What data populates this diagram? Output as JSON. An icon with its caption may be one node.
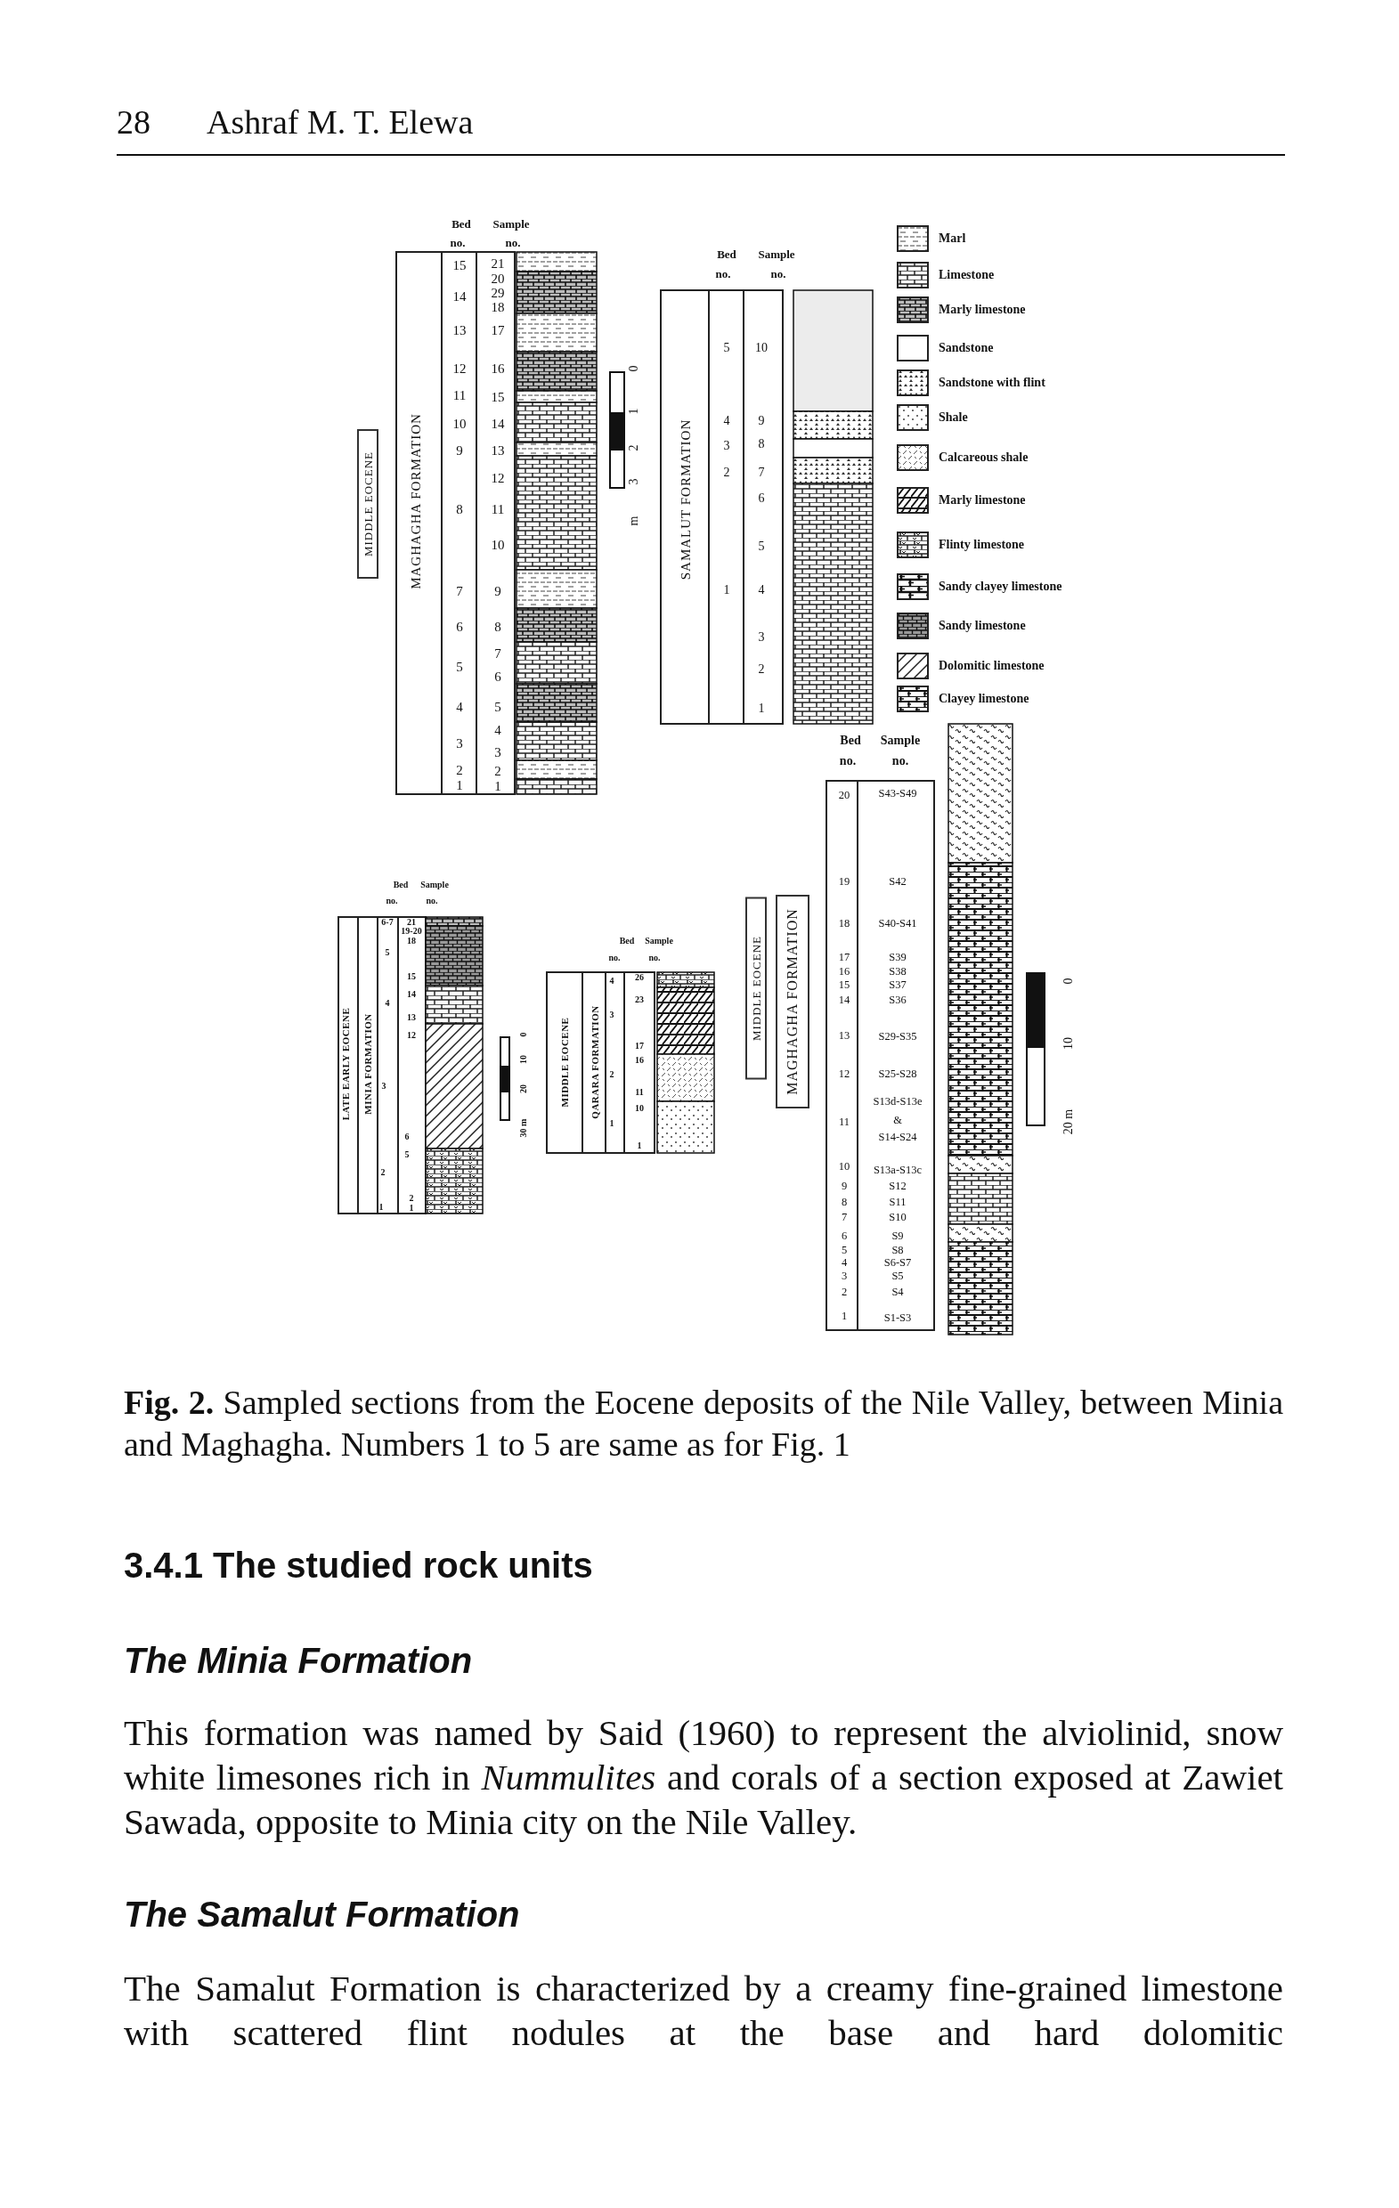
{
  "diagram": {
    "caption": "**Fig. 2.** Sampled sections from the Eocene deposits of the Nile Valley, between Minia and Maghagha. Numbers 1 to 5 are same as for Fig. 1",
    "nodes": [
      {
        "text": [
          "MIDDLE EOCENE"
        ]
      },
      {
        "text": [
          "MIDDLE EOCENE"
        ]
      },
      {
        "text": [
          "MAGHAGHA FORMATION"
        ]
      }
    ],
    "labels": [
      "28",
      "Ashraf M. T. Elewa",
      "Bed",
      "Sample",
      "no.",
      "no.",
      "MAGHAGHA FORMATION",
      "15",
      "14",
      "13",
      "12",
      "11",
      "10",
      "9",
      "8",
      "7",
      "6",
      "5",
      "4",
      "3",
      "2",
      "1",
      "21",
      "20",
      "29",
      "18",
      "17",
      "16",
      "15",
      "14",
      "13",
      "12",
      "11",
      "10",
      "9",
      "8",
      "7",
      "6",
      "5",
      "4",
      "3",
      "2",
      "1",
      "0",
      "1",
      "2",
      "3",
      "m",
      "Bed",
      "Sample",
      "no.",
      "no.",
      "SAMALUT FORMATION",
      "5",
      "4",
      "3",
      "2",
      "1",
      "10",
      "9",
      "8",
      "7",
      "6",
      "5",
      "4",
      "3",
      "2",
      "1",
      "LATE EARLY EOCENE",
      "MINIA FORMATION",
      "Bed",
      "Sample",
      "no.",
      "no.",
      "6-7",
      "5",
      "4",
      "3",
      "2",
      "1",
      "21",
      "19-20",
      "18",
      "15",
      "14",
      "13",
      "12",
      "6",
      "5",
      "2",
      "1",
      "0",
      "10",
      "20",
      "30 m",
      "MIDDLE EOCENE",
      "QARARA FORMATION",
      "Bed",
      "Sample",
      "no.",
      "no.",
      "4",
      "3",
      "2",
      "1",
      "26",
      "23",
      "17",
      "16",
      "11",
      "10",
      "1",
      "Bed",
      "Sample",
      "no.",
      "no.",
      "20",
      "19",
      "18",
      "17",
      "16",
      "15",
      "14",
      "13",
      "12",
      "11",
      "10",
      "9",
      "8",
      "7",
      "6",
      "5",
      "4",
      "3",
      "2",
      "1",
      "S43-S49",
      "S42",
      "S40-S41",
      "S39",
      "S38",
      "S37",
      "S36",
      "S29-S35",
      "S25-S28",
      "S13d-S13e",
      "&",
      "S14-S24",
      "S13a-S13c",
      "S12",
      "S11",
      "S10",
      "S9",
      "S8",
      "S6-S7",
      "S5",
      "S4",
      "S1-S3",
      "0",
      "10",
      "20 m",
      "3.4.1 The studied rock units",
      "The Minia Formation",
      "This formation was named by Said (1960) to represent the alviolinid, snow white limesones rich in *Nummulites* and corals of a section exposed at Zawiet Sawada, opposite to Minia city on the Nile Valley.",
      "The Samalut Formation",
      "The Samalut Formation is characterized by a creamy fine-grained limestone with scattered flint nodules at the base and hard dolomitic"
    ],
    "legend": [
      {
        "text": "Marl"
      },
      {
        "text": "Limestone"
      },
      {
        "text": "Marly limestone"
      },
      {
        "text": "Sandstone"
      },
      {
        "text": "Sandstone with flint"
      },
      {
        "text": "Shale"
      },
      {
        "text": "Calcareous shale"
      },
      {
        "text": "Marly limestone"
      },
      {
        "text": "Flinty limestone"
      },
      {
        "text": "Sandy clayey limestone"
      },
      {
        "text": "Sandy limestone"
      },
      {
        "text": "Dolomitic limestone"
      },
      {
        "text": "Clayey limestone"
      }
    ]
  }
}
